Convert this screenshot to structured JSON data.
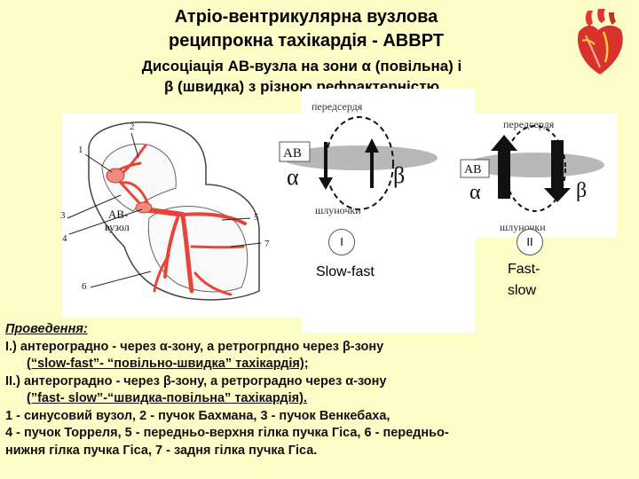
{
  "title": {
    "line1": "Атріо-вентрикулярна вузлова",
    "line2": "реципрокна тахікардія - АВВРТ"
  },
  "subtitle": {
    "line1": "Дисоціація АВ-вузла на зони α (повільна) і",
    "line2": "β (швидка) з різною рефрактерністю"
  },
  "heart_diagram": {
    "node_label_1": "АВ-",
    "node_label_2": "вузол",
    "numbers": [
      "1",
      "2",
      "3",
      "4",
      "5",
      "6",
      "7"
    ]
  },
  "panel_one": {
    "top_label": "передсердя",
    "bottom_label": "шлуночки",
    "node": "АВ",
    "alpha": "α",
    "beta": "β",
    "roman": "I",
    "mode": "Slow-fast"
  },
  "panel_two": {
    "top_label": "передсердя",
    "bottom_label": "шлуночки",
    "node": "АВ",
    "alpha": "α",
    "beta": "β",
    "roman": "II",
    "mode_line1": "Fast-",
    "mode_line2": "slow"
  },
  "text": {
    "heading": "Проведення:",
    "line_i": "І.)  антероградно - через α-зону, а ретрогрпдно через β-зону",
    "line_i_sub": "(“slow-fast”- “повільно-швидка” тахікардія);",
    "line_ii": "ІІ.) антероградно - через β-зону, а ретроградно через α-зону",
    "line_ii_sub": "(”fast- slow”-“швидка-повільна” тахікардія).",
    "legend_1": "1 - синусовий вузол, 2 - пучок Бахмана, 3 -  пучок Венкебаха,",
    "legend_2": "4 -  пучок Торреля, 5 - передньо-верхня гілка пучка Гіса, 6 - передньо-",
    "legend_3": "нижня  гілка пучка Гіса, 7 - задня гілка пучка Гіса."
  },
  "colors": {
    "background": "#fdfdc8",
    "conduction": "#e8453a",
    "node_fill": "#b8b8b8"
  }
}
